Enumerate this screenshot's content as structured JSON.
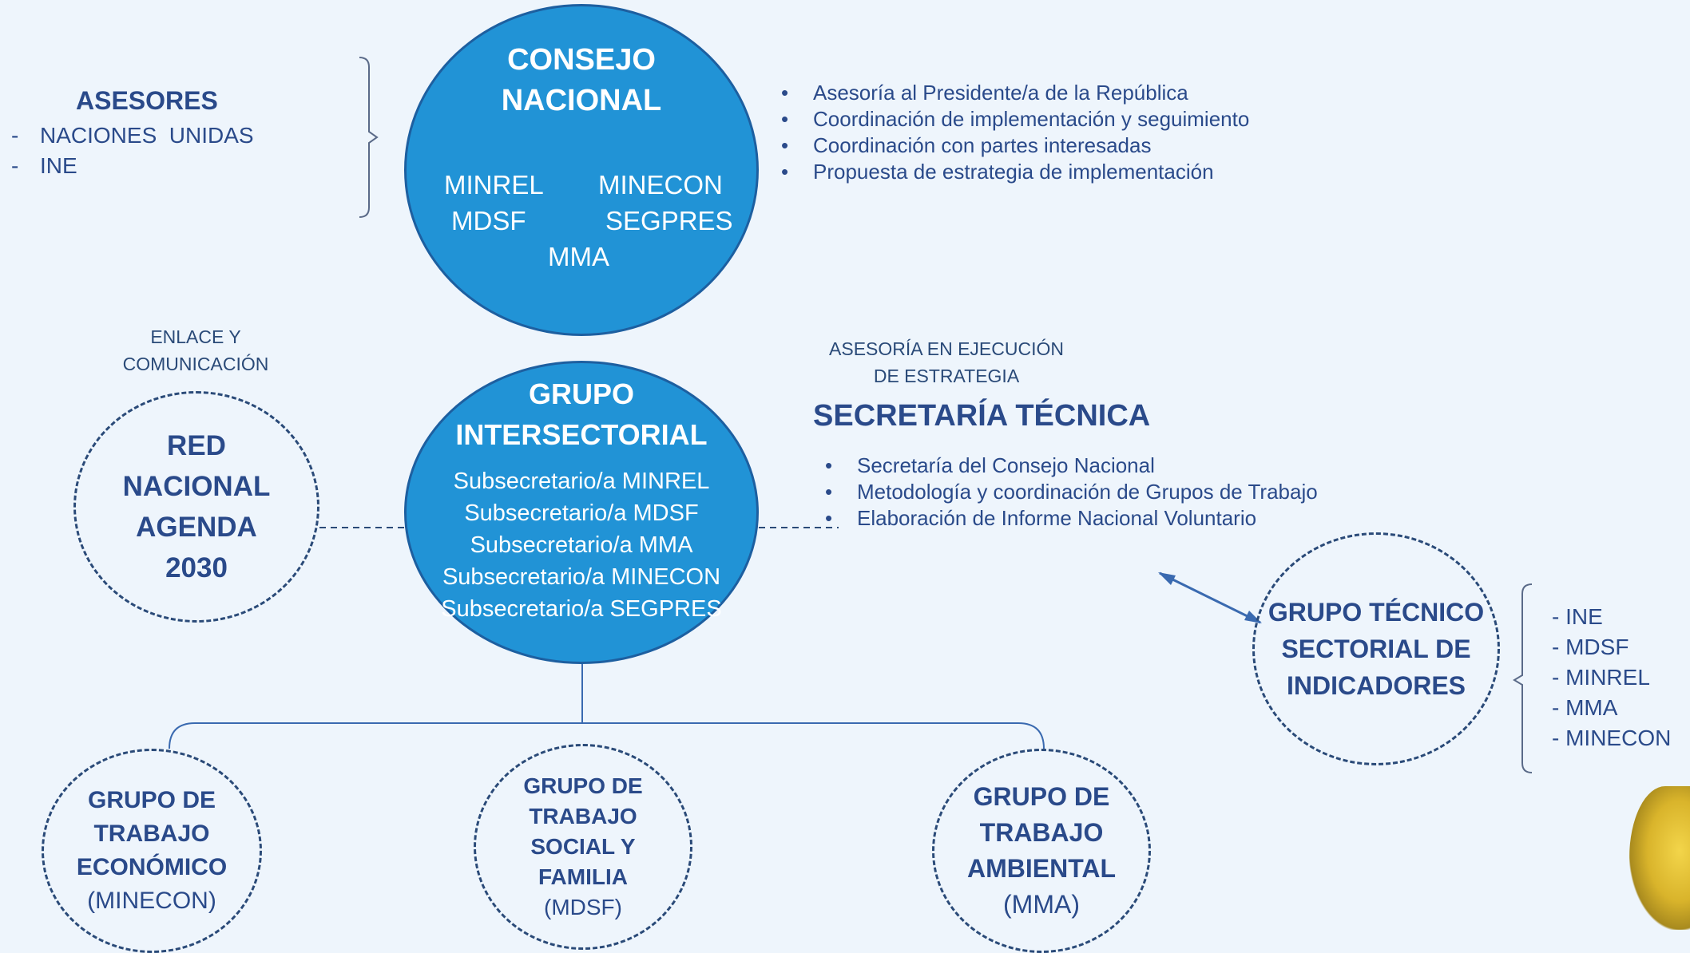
{
  "asesores": {
    "title": "ASESORES",
    "items": [
      "NACIONES  UNIDAS",
      "INE"
    ]
  },
  "consejo": {
    "title_line1": "CONSEJO",
    "title_line2": "NACIONAL",
    "members": [
      "MINREL",
      "MINECON",
      "MDSF",
      "SEGPRES",
      "MMA"
    ]
  },
  "consejo_functions": [
    "Asesoría al Presidente/a de la República",
    "Coordinación de implementación y seguimiento",
    "Coordinación con partes interesadas",
    "Propuesta de estrategia de implementación"
  ],
  "enlace": {
    "line1": "ENLACE Y",
    "line2": "COMUNICACIÓN"
  },
  "red": {
    "line1": "RED",
    "line2": "NACIONAL",
    "line3": "AGENDA",
    "line4": "2030"
  },
  "grupo_intersectorial": {
    "title_line1": "GRUPO",
    "title_line2": "INTERSECTORIAL",
    "members": [
      "Subsecretario/a MINREL",
      "Subsecretario/a MDSF",
      "Subsecretario/a MMA",
      "Subsecretario/a MINECON",
      "Subsecretario/a SEGPRES"
    ]
  },
  "secretaria": {
    "caption_line1": "ASESORÍA EN EJECUCIÓN",
    "caption_line2": "DE ESTRATEGIA",
    "title": "SECRETARÍA TÉCNICA",
    "functions": [
      "Secretaría del Consejo Nacional",
      "Metodología y coordinación de Grupos de Trabajo",
      "Elaboración de Informe Nacional Voluntario"
    ]
  },
  "grupo_tecnico": {
    "line1": "GRUPO TÉCNICO",
    "line2": "SECTORIAL DE",
    "line3": "INDICADORES",
    "members": [
      "- INE",
      "- MDSF",
      "- MINREL",
      "- MMA",
      "- MINECON"
    ]
  },
  "grupo_economico": {
    "line1": "GRUPO DE",
    "line2": "TRABAJO",
    "line3": "ECONÓMICO",
    "line4": "(MINECON)"
  },
  "grupo_social": {
    "line1": "GRUPO DE",
    "line2": "TRABAJO",
    "line3": "SOCIAL Y",
    "line4": "FAMILIA",
    "line5": "(MDSF)"
  },
  "grupo_ambiental": {
    "line1": "GRUPO DE",
    "line2": "TRABAJO",
    "line3": "AMBIENTAL",
    "line4": "(MMA)"
  },
  "colors": {
    "background": "#eef5fc",
    "circle_fill": "#2193d6",
    "circle_border": "#1d5fa0",
    "navy_text": "#2a4a8a",
    "dashed_border": "#2a4a78"
  }
}
